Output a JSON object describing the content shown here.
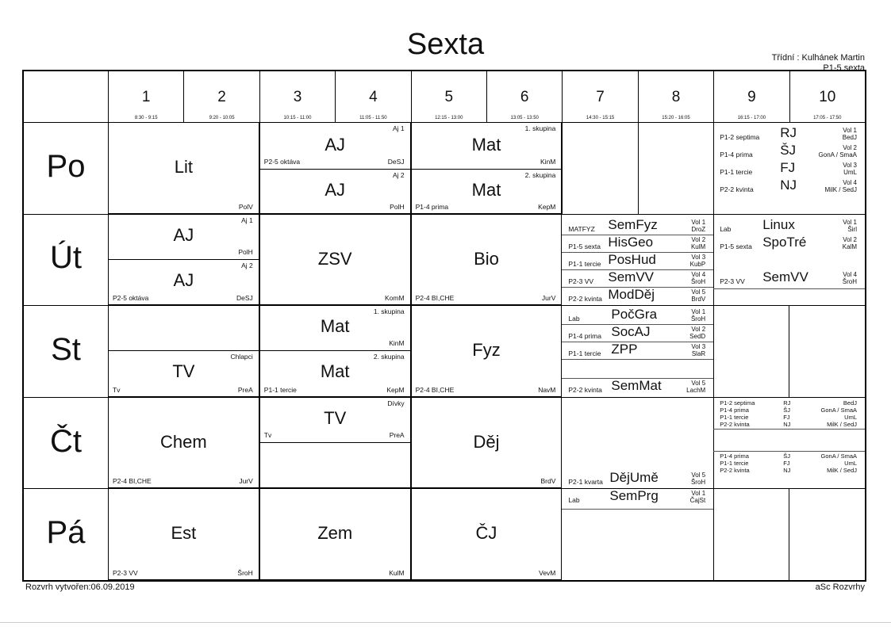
{
  "title": "Sexta",
  "class_teacher": "Třídní : Kulhánek Martin",
  "class_group": "P1-5 sexta",
  "periods": [
    {
      "num": "1",
      "time": "8:30 - 9:15"
    },
    {
      "num": "2",
      "time": "9:20 - 10:05"
    },
    {
      "num": "3",
      "time": "10:15 - 11:00"
    },
    {
      "num": "4",
      "time": "11:05 - 11:50"
    },
    {
      "num": "5",
      "time": "12:15 - 13:00"
    },
    {
      "num": "6",
      "time": "13:05 - 13:50"
    },
    {
      "num": "7",
      "time": "14:30 - 15:15"
    },
    {
      "num": "8",
      "time": "15:20 - 16:05"
    },
    {
      "num": "9",
      "time": "16:15 - 17:00"
    },
    {
      "num": "10",
      "time": "17:05 - 17:50"
    }
  ],
  "days": [
    "Po",
    "Út",
    "St",
    "Čt",
    "Pá"
  ],
  "po": {
    "lit": {
      "subject": "Lit",
      "teacher": "PolV"
    },
    "aj1": {
      "group": "Aj 1",
      "subject": "AJ",
      "room": "P2-5 oktáva",
      "teacher": "DeSJ"
    },
    "aj2": {
      "group": "Aj 2",
      "subject": "AJ",
      "teacher": "PolH"
    },
    "mat1": {
      "group": "1. skupina",
      "subject": "Mat",
      "teacher": "KinM"
    },
    "mat2": {
      "group": "2. skupina",
      "subject": "Mat",
      "room": "P1-4 prima",
      "teacher": "KepM"
    },
    "electives": [
      {
        "room": "P1-2 septima",
        "subject": "RJ",
        "group": "Vol 1",
        "teacher": "BedJ"
      },
      {
        "room": "P1-4 prima",
        "subject": "ŠJ",
        "group": "Vol 2",
        "teacher": "GonA / SmaA"
      },
      {
        "room": "P1-1 tercie",
        "subject": "FJ",
        "group": "Vol 3",
        "teacher": "UmL"
      },
      {
        "room": "P2-2 kvinta",
        "subject": "NJ",
        "group": "Vol 4",
        "teacher": "MilK / SedJ"
      }
    ]
  },
  "ut": {
    "aj1": {
      "group": "Aj 1",
      "subject": "AJ",
      "teacher": "PolH"
    },
    "aj2": {
      "group": "Aj 2",
      "subject": "AJ",
      "room": "P2-5 oktáva",
      "teacher": "DeSJ"
    },
    "zsv": {
      "subject": "ZSV",
      "teacher": "KomM"
    },
    "bio": {
      "subject": "Bio",
      "room": "P2-4 BI,CHE",
      "teacher": "JurV"
    },
    "sem": [
      {
        "room": "MATFYZ",
        "subject": "SemFyz",
        "group": "Vol 1",
        "teacher": "DroZ"
      },
      {
        "room": "P1-5 sexta",
        "subject": "HisGeo",
        "group": "Vol 2",
        "teacher": "KulM"
      },
      {
        "room": "P1-1 tercie",
        "subject": "PosHud",
        "group": "Vol 3",
        "teacher": "KubP"
      },
      {
        "room": "P2-3 VV",
        "subject": "SemVV",
        "group": "Vol 4",
        "teacher": "ŠroH"
      },
      {
        "room": "P2-2 kvinta",
        "subject": "ModDěj",
        "group": "Vol 5",
        "teacher": "BrdV"
      }
    ],
    "late": [
      {
        "room": "Lab",
        "subject": "Linux",
        "group": "Vol 1",
        "teacher": "Širl"
      },
      {
        "room": "P1-5 sexta",
        "subject": "SpoTré",
        "group": "Vol 2",
        "teacher": "KalM"
      },
      {
        "room": "P2-3 VV",
        "subject": "SemVV",
        "group": "Vol 4",
        "teacher": "ŠroH"
      }
    ]
  },
  "st": {
    "tv": {
      "group": "Chlapci",
      "subject": "TV",
      "room": "Tv",
      "teacher": "PreA"
    },
    "mat1": {
      "group": "1. skupina",
      "subject": "Mat",
      "teacher": "KinM"
    },
    "mat2": {
      "group": "2. skupina",
      "subject": "Mat",
      "room": "P1-1 tercie",
      "teacher": "KepM"
    },
    "fyz": {
      "subject": "Fyz",
      "room": "P2-4 BI,CHE",
      "teacher": "NavM"
    },
    "sem": [
      {
        "room": "Lab",
        "subject": "PočGra",
        "group": "Vol 1",
        "teacher": "ŠroH"
      },
      {
        "room": "P1-4 prima",
        "subject": "SocAJ",
        "group": "Vol 2",
        "teacher": "SedD"
      },
      {
        "room": "P1-1 tercie",
        "subject": "ZPP",
        "group": "Vol 3",
        "teacher": "SlaR"
      },
      {
        "room": "P2-2 kvinta",
        "subject": "SemMat",
        "group": "Vol 5",
        "teacher": "LachM"
      }
    ]
  },
  "ct": {
    "chem": {
      "subject": "Chem",
      "room": "P2-4 BI,CHE",
      "teacher": "JurV"
    },
    "tv": {
      "group": "Dívky",
      "subject": "TV",
      "room": "Tv",
      "teacher": "PreA"
    },
    "dej": {
      "subject": "Děj",
      "teacher": "BrdV"
    },
    "sem": {
      "room": "P2-1 kvarta",
      "subject": "DějUmě",
      "group": "Vol 5",
      "teacher": "ŠroH"
    },
    "mini1": [
      {
        "room": "P1-2 septima",
        "subject": "RJ",
        "teacher": "BedJ"
      },
      {
        "room": "P1-4 prima",
        "subject": "ŠJ",
        "teacher": "GonA / SmaA"
      },
      {
        "room": "P1-1 tercie",
        "subject": "FJ",
        "teacher": "UmL"
      },
      {
        "room": "P2-2 kvinta",
        "subject": "NJ",
        "teacher": "MilK / SedJ"
      }
    ],
    "mini2": [
      {
        "room": "P1-4 prima",
        "subject": "ŠJ",
        "teacher": "GonA / SmaA"
      },
      {
        "room": "P1-1 tercie",
        "subject": "FJ",
        "teacher": "UmL"
      },
      {
        "room": "P2-2 kvinta",
        "subject": "NJ",
        "teacher": "MilK / SedJ"
      }
    ]
  },
  "pa": {
    "est": {
      "subject": "Est",
      "room": "P2-3 VV",
      "teacher": "ŠroH"
    },
    "zem": {
      "subject": "Zem",
      "teacher": "KulM"
    },
    "cj": {
      "subject": "ČJ",
      "teacher": "VevM"
    },
    "sem": {
      "room": "Lab",
      "subject": "SemPrg",
      "group": "Vol 1",
      "teacher": "ČajSt"
    }
  },
  "footer_left": "Rozvrh vytvořen:06.09.2019",
  "footer_right": "aSc Rozvrhy"
}
